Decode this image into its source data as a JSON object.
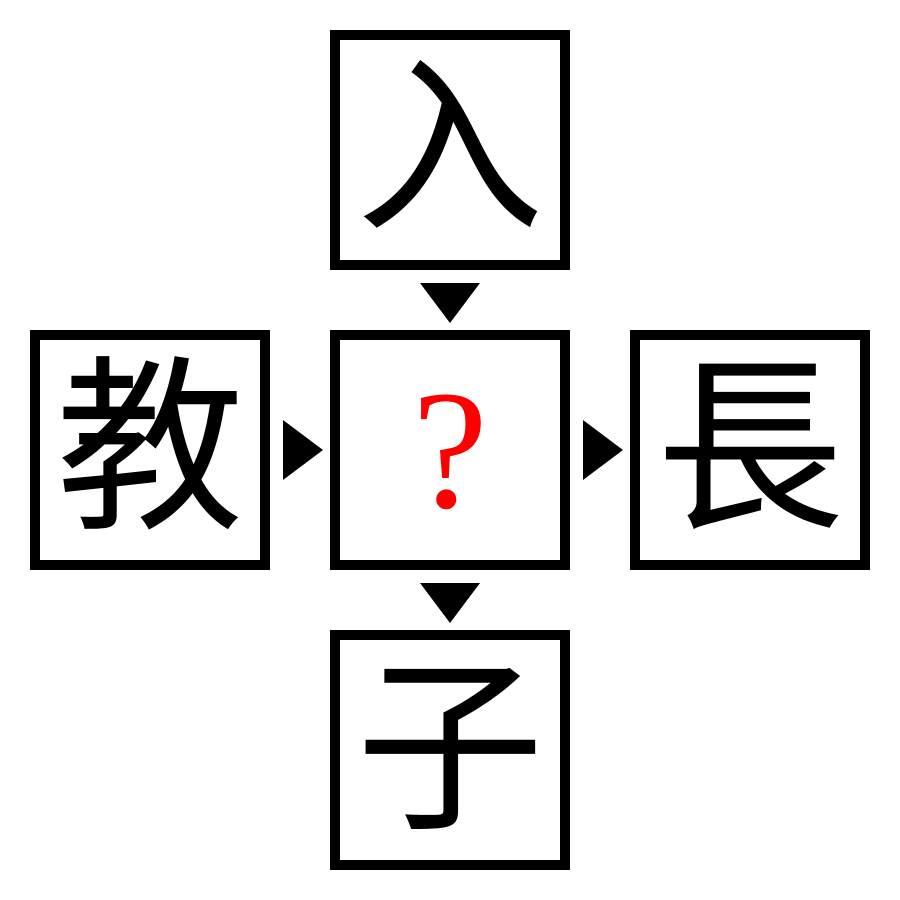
{
  "puzzle": {
    "top": "入",
    "left": "教",
    "center": "?",
    "right": "長",
    "bottom": "子"
  },
  "colors": {
    "border": "#000000",
    "text": "#000000",
    "question_mark": "#ff0000",
    "background": "#ffffff"
  },
  "icons": {
    "down_arrow": "down-triangle-icon",
    "right_arrow": "right-triangle-icon"
  }
}
